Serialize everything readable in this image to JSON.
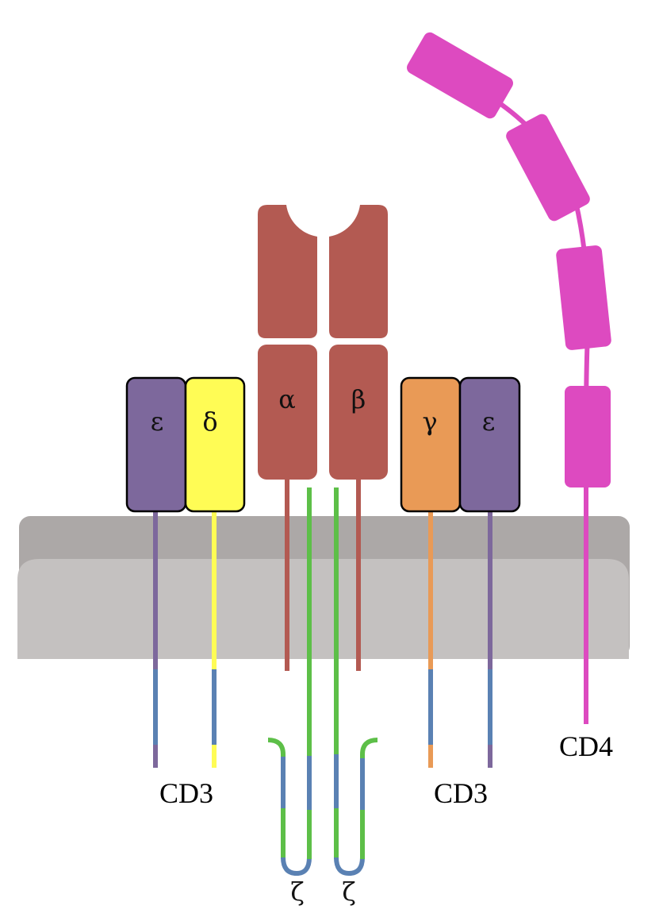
{
  "colors": {
    "membrane_top": "#aca8a7",
    "membrane_body": "#c4c1c0",
    "tcr": "#b35a52",
    "epsilon": "#7d689c",
    "delta": "#fffc55",
    "gamma": "#e99a56",
    "zeta": "#5dbf48",
    "itam": "#5a81b3",
    "cd4": "#dd4ac0"
  },
  "labels": {
    "epsilon": "ε",
    "delta": "δ",
    "alpha": "α",
    "beta": "β",
    "gamma": "γ",
    "zeta": "ζ",
    "cd3": "CD3",
    "cd4": "CD4"
  }
}
